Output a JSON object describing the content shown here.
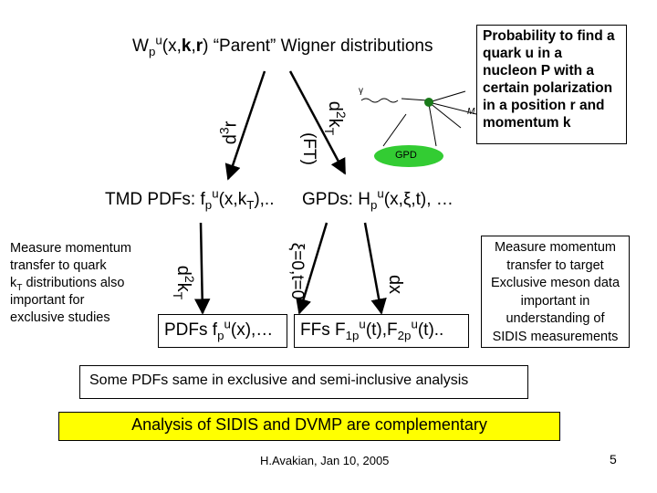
{
  "top_title": {
    "pre": "W",
    "sub": "p",
    "sup": "u",
    "mid": "(x,",
    "k": "k",
    "comma": ",",
    "r": "r",
    "post": ")  “Parent” Wigner distributions"
  },
  "top_right_box": {
    "l1": "Probability to find a",
    "l2a": "quark ",
    "l2b": "u",
    "l2c": " in a",
    "l3a": "nucleon ",
    "l3b": "P",
    "l3c": " with a",
    "l4": "certain polarization",
    "l5a": "in a position ",
    "l5b": "r",
    "l5c": "  and",
    "l6a": "momentum ",
    "l6b": "k"
  },
  "arrows": {
    "d2r": {
      "d": "d",
      "sup": "3",
      "r": "r"
    },
    "d2kt": {
      "d": "d",
      "sup": "2",
      "k": "k",
      "sub": "T"
    },
    "ft": "(FT)",
    "d2kt_low": {
      "d": "d",
      "sup": "2",
      "k": "k",
      "sub": "T"
    },
    "xi_t": "ξ=0,t=0",
    "dx": "dx"
  },
  "gpd_label": "GPD",
  "feynman": {
    "gamma": "γ",
    "m": "M"
  },
  "tmd": {
    "pre": "TMD PDFs: f",
    "sub": "p",
    "sup": "u",
    "post1": "(x,k",
    "sub2": "T",
    "post2": "),.."
  },
  "gpds": {
    "pre": "GPDs: H",
    "sub": "p",
    "sup": "u",
    "post": "(x,ξ,t), …"
  },
  "left_box": {
    "l1": "Measure momentum",
    "l2": "transfer to quark",
    "l3a": "k",
    "l3sub": "T",
    "l3b": " distributions also",
    "l4": "important for",
    "l5": "exclusive studies"
  },
  "pdfs": {
    "pre": "PDFs f",
    "sub": "p",
    "sup": "u",
    "post": "(x),…"
  },
  "ffs": {
    "pre": "FFs F",
    "sub1": "1p",
    "sup1": "u",
    "mid": "(t),F",
    "sub2": "2p",
    "sup2": "u",
    "post": "(t).."
  },
  "right_box": {
    "l1": "Measure momentum",
    "l2": "transfer to target",
    "l3": "Exclusive meson data",
    "l4": "important in",
    "l5": "understanding of",
    "l6": "SIDIS measurements"
  },
  "same_pdfs": "Some PDFs same in exclusive and semi-inclusive analysis",
  "conclusion": "Analysis of SIDIS and DVMP are complementary",
  "footer": {
    "author": "H.Avakian, Jan 10, 2005",
    "page": "5"
  },
  "colors": {
    "highlight_yellow": "#ffff00",
    "gpd_green": "#33cc33"
  }
}
